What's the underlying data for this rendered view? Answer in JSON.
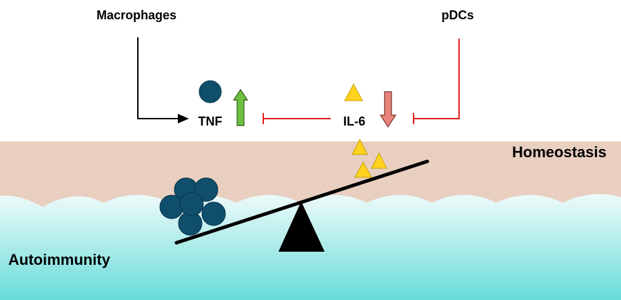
{
  "labels": {
    "macrophages": "Macrophages",
    "pdcs": "pDCs",
    "tnf": "TNF",
    "il6": "IL-6",
    "homeostasis": "Homeostasis",
    "autoimmunity": "Autoimmunity"
  },
  "colors": {
    "homeostasis_band": "#e8cfc0",
    "autoimmunity_top": "#eaf9f9",
    "autoimmunity_bottom": "#67dcd9",
    "tnf_circle": "#0f4f6c",
    "il6_triangle": "#ffd21f",
    "up_arrow": "#6cbf3f",
    "down_arrow": "#e8847b",
    "inhibition_line": "#e11b1b",
    "fulcrum": "#000000"
  },
  "icons": {
    "tnf_marker": "circle",
    "il6_marker": "triangle",
    "tnf_trend": "arrow-up-icon",
    "il6_trend": "arrow-down-icon",
    "balance": "seesaw-icon"
  },
  "relations": [
    {
      "from": "Macrophages",
      "to": "TNF",
      "type": "activation"
    },
    {
      "from": "pDCs",
      "to": "IL-6",
      "type": "inhibition"
    },
    {
      "from": "IL-6",
      "to": "TNF",
      "type": "inhibition"
    }
  ]
}
